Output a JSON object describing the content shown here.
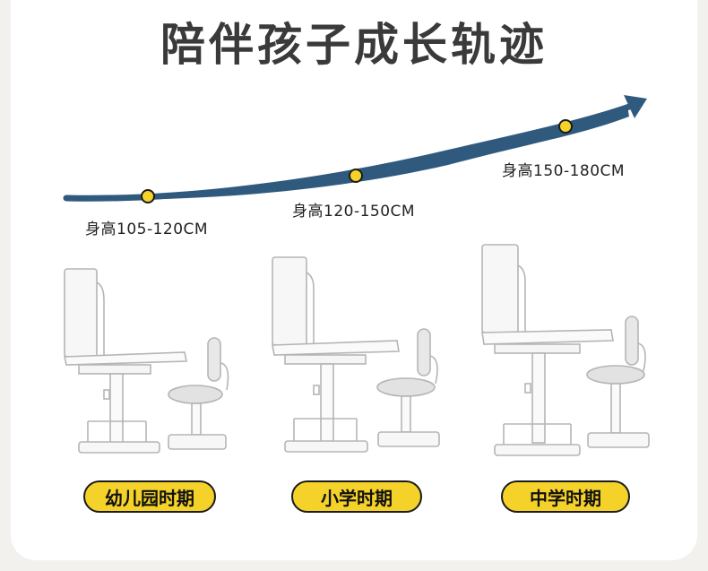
{
  "title": "陪伴孩子成长轨迹",
  "colors": {
    "curve": "#2f5a7e",
    "dot": "#f5d22a",
    "pill": "#f5d22a"
  },
  "height_labels": [
    "身高105-120CM",
    "身高120-150CM",
    "身高150-180CM"
  ],
  "stages": [
    "幼儿园时期",
    "小学时期",
    "中学时期"
  ]
}
